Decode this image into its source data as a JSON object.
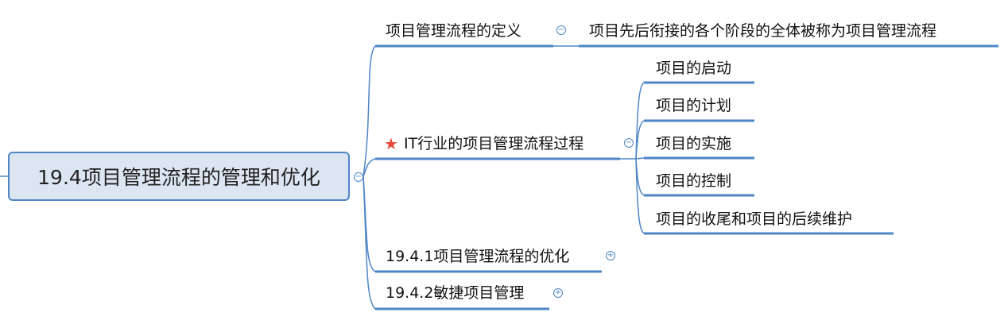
{
  "colors": {
    "line": "#4f86c6",
    "root_fill": "#dbe6f2",
    "star": "#e8473a"
  },
  "root": {
    "label": "19.4项目管理流程的管理和优化"
  },
  "branches": [
    {
      "label": "项目管理流程的定义",
      "children": [
        {
          "label": "项目先后衔接的各个阶段的全体被称为项目管理流程"
        }
      ]
    },
    {
      "label": "IT行业的项目管理流程过程",
      "marker": "star-icon",
      "children": [
        {
          "label": "项目的启动"
        },
        {
          "label": "项目的计划"
        },
        {
          "label": "项目的实施"
        },
        {
          "label": "项目的控制"
        },
        {
          "label": "项目的收尾和项目的后续维护"
        }
      ]
    },
    {
      "label": "19.4.1项目管理流程的优化",
      "collapsed": true
    },
    {
      "label": "19.4.2敏捷项目管理",
      "collapsed": true
    }
  ]
}
